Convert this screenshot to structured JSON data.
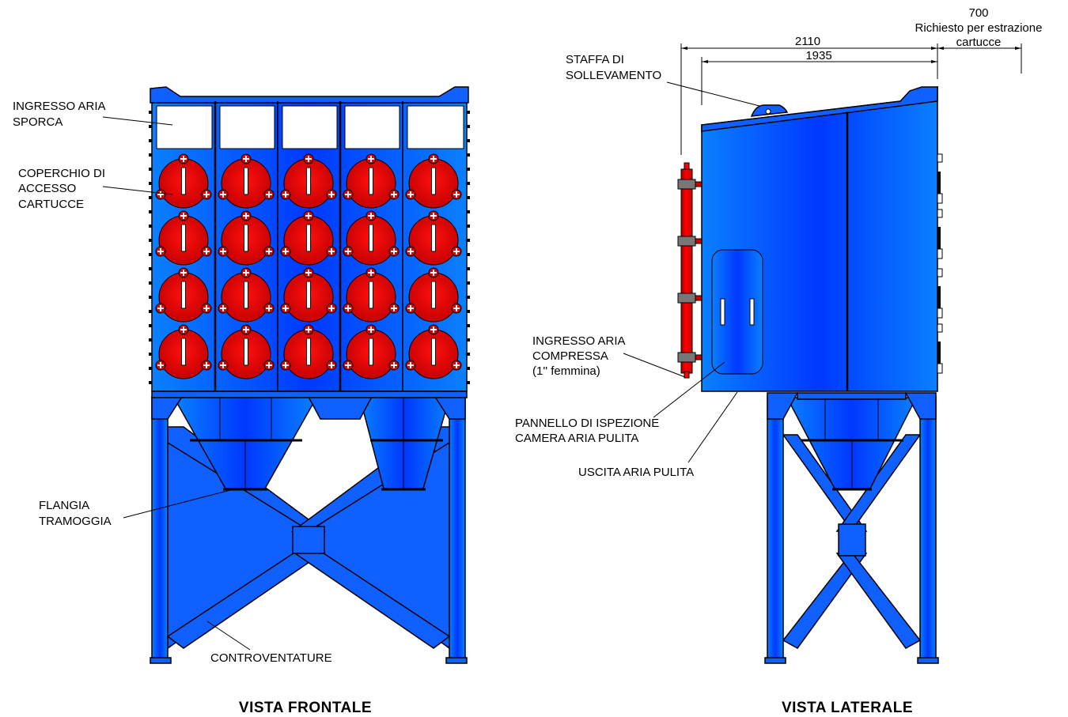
{
  "front_view": {
    "title": "VISTA FRONTALE",
    "labels": {
      "dirty_air_inlet": [
        "INGRESSO ARIA",
        "SPORCA"
      ],
      "cartridge_cover": [
        "COPERCHIO DI",
        "ACCESSO",
        "CARTUCCE"
      ],
      "hopper_flange": [
        "FLANGIA",
        "TRAMOGGIA"
      ],
      "bracing": [
        "CONTROVENTATURE"
      ]
    }
  },
  "side_view": {
    "title": "VISTA LATERALE",
    "labels": {
      "lifting_bracket": [
        "STAFFA DI",
        "SOLLEVAMENTO"
      ],
      "compressed_air_inlet": [
        "INGRESSO ARIA",
        "COMPRESSA",
        "(1'' femmina)"
      ],
      "inspection_panel": [
        "PANNELLO DI ISPEZIONE",
        "CAMERA ARIA PULITA"
      ],
      "clean_air_outlet": [
        "USCITA ARIA PULITA"
      ]
    },
    "dimensions": {
      "overall_depth": "2110",
      "body_depth": "1935",
      "extraction_clearance": "700",
      "extraction_note": [
        "Richiesto per estrazione",
        "cartucce"
      ]
    }
  },
  "colors": {
    "body": "#0a50ff",
    "cover": "#e00000",
    "outline": "#000000"
  }
}
